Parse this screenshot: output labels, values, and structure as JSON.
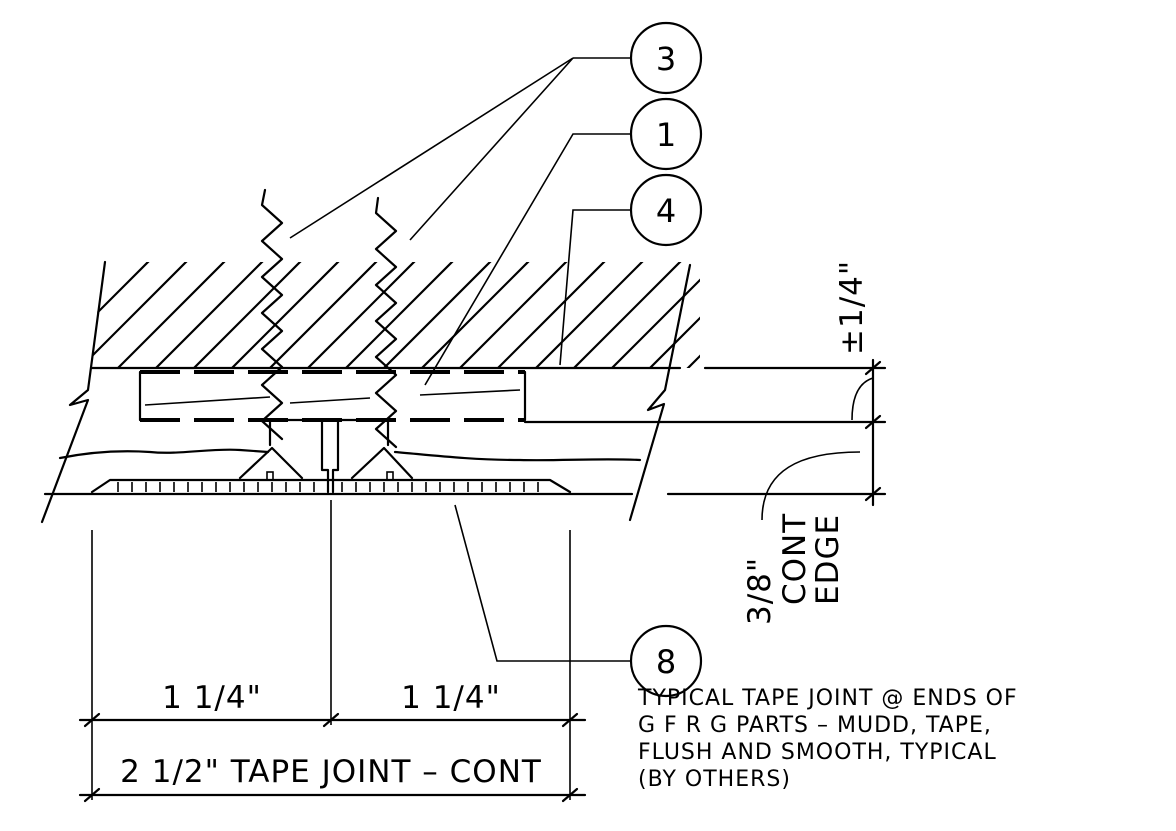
{
  "callouts": [
    {
      "id": "3",
      "label": "3"
    },
    {
      "id": "1",
      "label": "1"
    },
    {
      "id": "4",
      "label": "4"
    },
    {
      "id": "8",
      "label": "8"
    }
  ],
  "dimensions": {
    "left_half": "1 1/4\"",
    "right_half": "1 1/4\"",
    "total": "2 1/2\" TAPE JOINT – CONT",
    "gap": "±1/4\"",
    "edge_line1": "3/8\"",
    "edge_line2": "CONT",
    "edge_line3": "EDGE"
  },
  "note": {
    "line1": "TYPICAL TAPE JOINT @ ENDS OF",
    "line2": "G F R G  PARTS  –  MUDD, TAPE,",
    "line3": "FLUSH AND SMOOTH, TYPICAL",
    "line4": "(BY OTHERS)"
  }
}
